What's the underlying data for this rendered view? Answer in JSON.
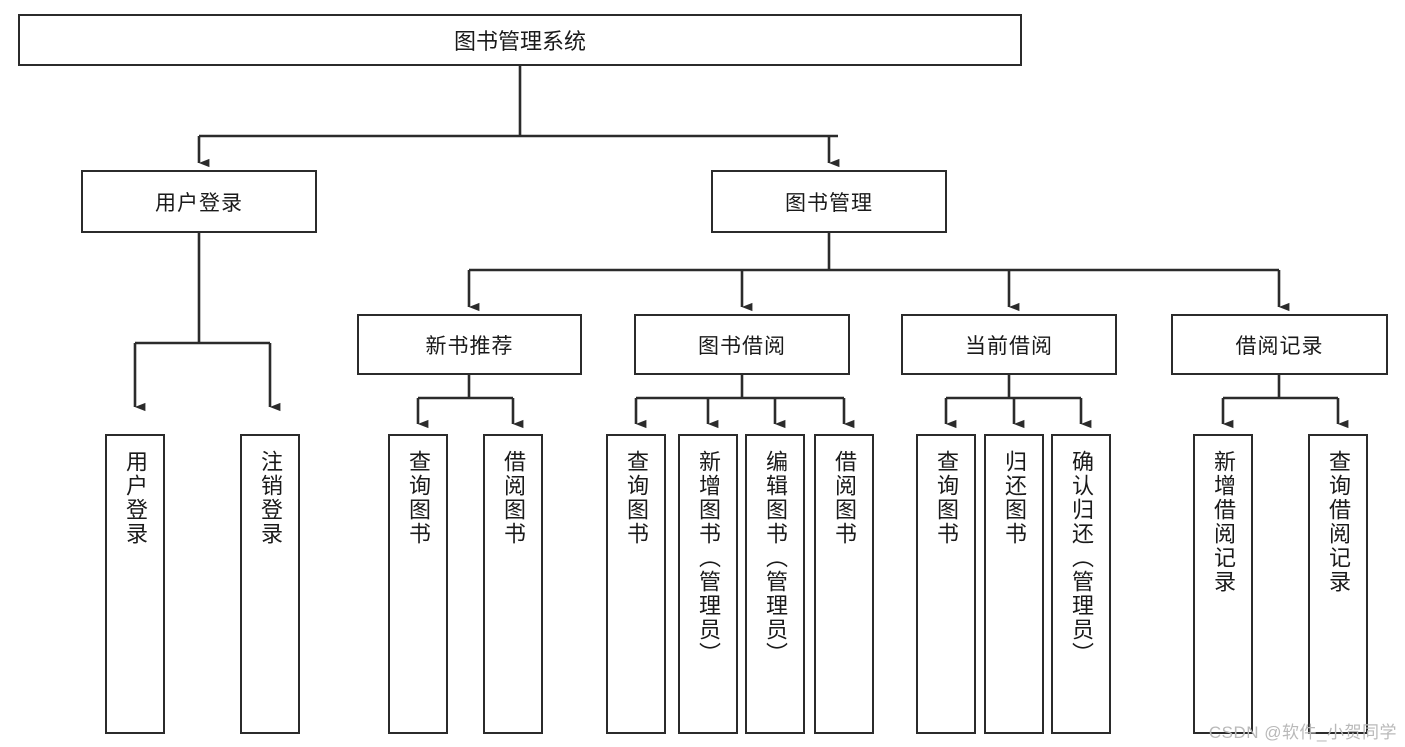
{
  "diagram": {
    "title": "图书管理系统",
    "type": "hierarchy-tree",
    "watermark": "CSDN @软件_小贺同学",
    "colors": {
      "stroke": "#2b2b2b",
      "fill": "#ffffff",
      "text": "#1a1a1a",
      "watermark": "#b9b9b9"
    },
    "levels": 4,
    "nodes": {
      "root": {
        "label": "图书管理系统"
      },
      "level2": [
        {
          "label": "用户登录"
        },
        {
          "label": "图书管理"
        }
      ],
      "level3": [
        {
          "label": "新书推荐"
        },
        {
          "label": "图书借阅"
        },
        {
          "label": "当前借阅"
        },
        {
          "label": "借阅记录"
        }
      ],
      "leaves": {
        "user_login": [
          {
            "label": "用户登录"
          },
          {
            "label": "注销登录"
          }
        ],
        "new_book_recommend": [
          {
            "label": "查询图书"
          },
          {
            "label": "借阅图书"
          }
        ],
        "book_borrow": [
          {
            "label": "查询图书"
          },
          {
            "label": "新增图书（管理员）"
          },
          {
            "label": "编辑图书（管理员）"
          },
          {
            "label": "借阅图书"
          }
        ],
        "current_borrow": [
          {
            "label": "查询图书"
          },
          {
            "label": "归还图书"
          },
          {
            "label": "确认归还（管理员）"
          }
        ],
        "borrow_record": [
          {
            "label": "新增借阅记录"
          },
          {
            "label": "查询借阅记录"
          }
        ]
      }
    },
    "edges": [
      {
        "from": "图书管理系统",
        "to": "用户登录"
      },
      {
        "from": "图书管理系统",
        "to": "图书管理"
      },
      {
        "from": "图书管理",
        "to": "新书推荐"
      },
      {
        "from": "图书管理",
        "to": "图书借阅"
      },
      {
        "from": "图书管理",
        "to": "当前借阅"
      },
      {
        "from": "图书管理",
        "to": "借阅记录"
      },
      {
        "from": "用户登录",
        "to": "用户登录"
      },
      {
        "from": "用户登录",
        "to": "注销登录"
      },
      {
        "from": "新书推荐",
        "to": "查询图书"
      },
      {
        "from": "新书推荐",
        "to": "借阅图书"
      },
      {
        "from": "图书借阅",
        "to": "查询图书"
      },
      {
        "from": "图书借阅",
        "to": "新增图书（管理员）"
      },
      {
        "from": "图书借阅",
        "to": "编辑图书（管理员）"
      },
      {
        "from": "图书借阅",
        "to": "借阅图书"
      },
      {
        "from": "当前借阅",
        "to": "查询图书"
      },
      {
        "from": "当前借阅",
        "to": "归还图书"
      },
      {
        "from": "当前借阅",
        "to": "确认归还（管理员）"
      },
      {
        "from": "借阅记录",
        "to": "新增借阅记录"
      },
      {
        "from": "借阅记录",
        "to": "查询借阅记录"
      }
    ]
  }
}
